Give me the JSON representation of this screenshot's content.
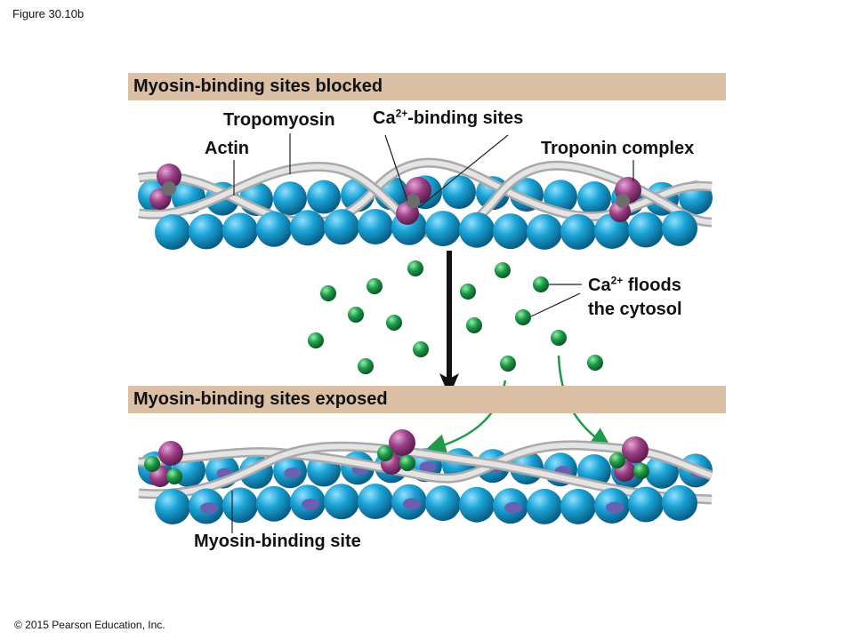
{
  "figure_label": "Figure 30.10b",
  "copyright": "© 2015 Pearson Education, Inc.",
  "top_panel": {
    "banner": "Myosin-binding sites blocked",
    "labels": {
      "tropomyosin": "Tropomyosin",
      "actin": "Actin",
      "ca_binding_prefix": "Ca",
      "ca_binding_sup": "2+",
      "ca_binding_suffix": "-binding sites",
      "troponin": "Troponin complex"
    }
  },
  "middle": {
    "ca_floods_prefix": "Ca",
    "ca_floods_sup": "2+",
    "ca_floods_suffix": " floods",
    "ca_floods_line2": "the cytosol"
  },
  "bottom_panel": {
    "banner": "Myosin-binding sites exposed",
    "labels": {
      "myosin_site": "Myosin-binding site"
    }
  },
  "colors": {
    "actin": "#1aa3d6",
    "myosin_site": "#6a5fb0",
    "troponin": "#9b3f86",
    "calcium": "#1f9a4a",
    "tropomyosin": "#c8c8c8",
    "banner": "#dcc0a5"
  }
}
